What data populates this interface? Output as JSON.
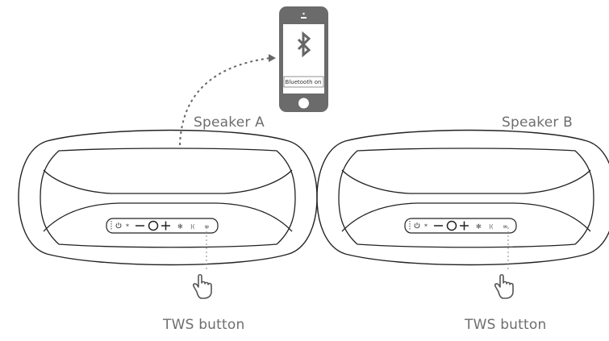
{
  "diagram": {
    "phone": {
      "screen_text": "Bluetooth on",
      "icon": "bluetooth-icon",
      "body_color": "#6b6b6b"
    },
    "speakers": [
      {
        "label": "Speaker A",
        "tws_label": "TWS button",
        "controls": [
          "power-icon",
          "bluetooth-icon",
          "volume-down-icon",
          "play-pause-icon",
          "volume-up-icon",
          "light-icon",
          "partyboost-icon",
          "tws-icon"
        ]
      },
      {
        "label": "Speaker B",
        "tws_label": "TWS button",
        "controls": [
          "power-icon",
          "bluetooth-icon",
          "volume-down-icon",
          "play-pause-icon",
          "volume-up-icon",
          "light-icon",
          "partyboost-icon",
          "tws-icon"
        ]
      }
    ],
    "colors": {
      "line": "#222222",
      "label": "#6e6e6e",
      "dotted": "#777777"
    }
  }
}
